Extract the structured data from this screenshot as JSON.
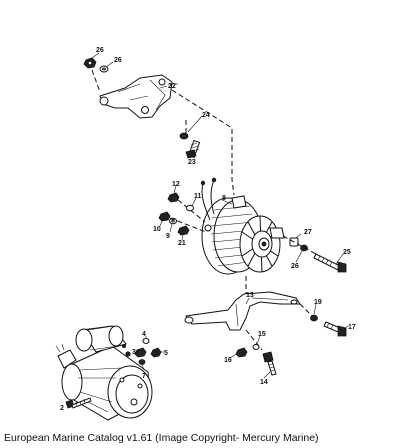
{
  "diagram": {
    "callouts": [
      "26",
      "26",
      "22",
      "24",
      "23",
      "12",
      "11",
      "8",
      "10",
      "9",
      "21",
      "27",
      "26",
      "25",
      "13",
      "19",
      "15",
      "16",
      "14",
      "17",
      "4",
      "5",
      "3",
      "7",
      "2"
    ]
  },
  "caption": "European Marine Catalog v1.61 (Image Copyright- Mercury Marine)"
}
